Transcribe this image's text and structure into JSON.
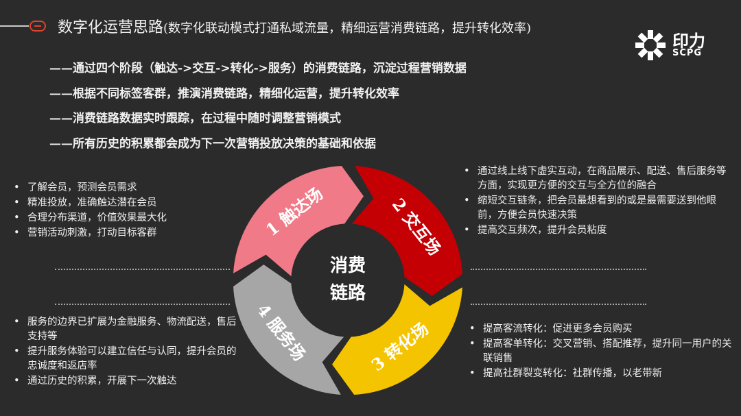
{
  "header": {
    "title": "数字化运营思路",
    "subtitle": "(数字化联动模式打通私域流量，精细运营消费链路，提升转化效率)"
  },
  "logo": {
    "cn": "印力",
    "en": "SCPG"
  },
  "points": [
    "——通过四个阶段（触达->交互->转化->服务）的消费链路，沉淀过程营销数据",
    "——根据不同标签客群，推演消费链路，精细化运营，提升转化效率",
    "——消费链路数据实时跟踪，在过程中随时调整营销模式",
    "——所有历史的积累都会成为下一次营销投放决策的基础和依据"
  ],
  "cycle": {
    "center": [
      "消费",
      "链路"
    ],
    "stages": [
      {
        "label": "1 触达场",
        "color": "#f07a87"
      },
      {
        "label": "2 交互场",
        "color": "#c50005"
      },
      {
        "label": "3 转化场",
        "color": "#f5c400"
      },
      {
        "label": "4 服务场",
        "color": "#a6a6a6"
      }
    ]
  },
  "stage_notes": {
    "reach": [
      "了解会员，预测会员需求",
      "精准投放，准确触达潜在会员",
      "合理分布渠道，价值效果最大化",
      "营销活动刺激，打动目标客群"
    ],
    "interact": [
      "通过线上线下虚实互动，在商品展示、配送、售后服务等方面，实现更方便的交互与全方位的融合",
      "缩短交互链条，把会员最想看到的或是最需要送到他眼前，方便会员快速决策",
      "提高交互频次，提升会员粘度"
    ],
    "convert": [
      "提高客流转化：促进更多会员购买",
      "提高客单转化：交叉营销、搭配推荐，提升同一用户的关联销售",
      "提高社群裂变转化：社群传播，以老带新"
    ],
    "service": [
      "服务的边界已扩展为金融服务、物流配送，售后支持等",
      "提升服务体验可以建立信任与认同，提升会员的忠诚度和返店率",
      "通过历史的积累，开展下一次触达"
    ]
  }
}
